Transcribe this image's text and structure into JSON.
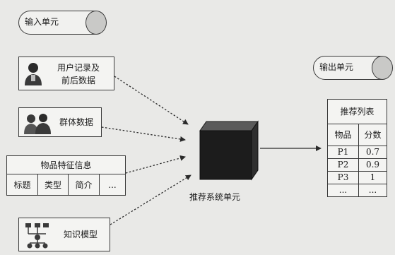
{
  "input_unit": "输入单元",
  "output_unit": "输出单元",
  "user_records": {
    "line1": "用户记录及",
    "line2": "前后数据"
  },
  "group_data": "群体数据",
  "item_features": {
    "title": "物品特征信息",
    "fields": [
      "标题",
      "类型",
      "简介",
      "..."
    ]
  },
  "knowledge_model": "知识模型",
  "recommender": "推荐系统单元",
  "recommend_list": {
    "title": "推荐列表",
    "headers": [
      "物品",
      "分数"
    ],
    "rows": [
      {
        "item": "P1",
        "score": "0.7"
      },
      {
        "item": "P2",
        "score": "0.9"
      },
      {
        "item": "P3",
        "score": "1"
      },
      {
        "item": "...",
        "score": "..."
      }
    ]
  }
}
